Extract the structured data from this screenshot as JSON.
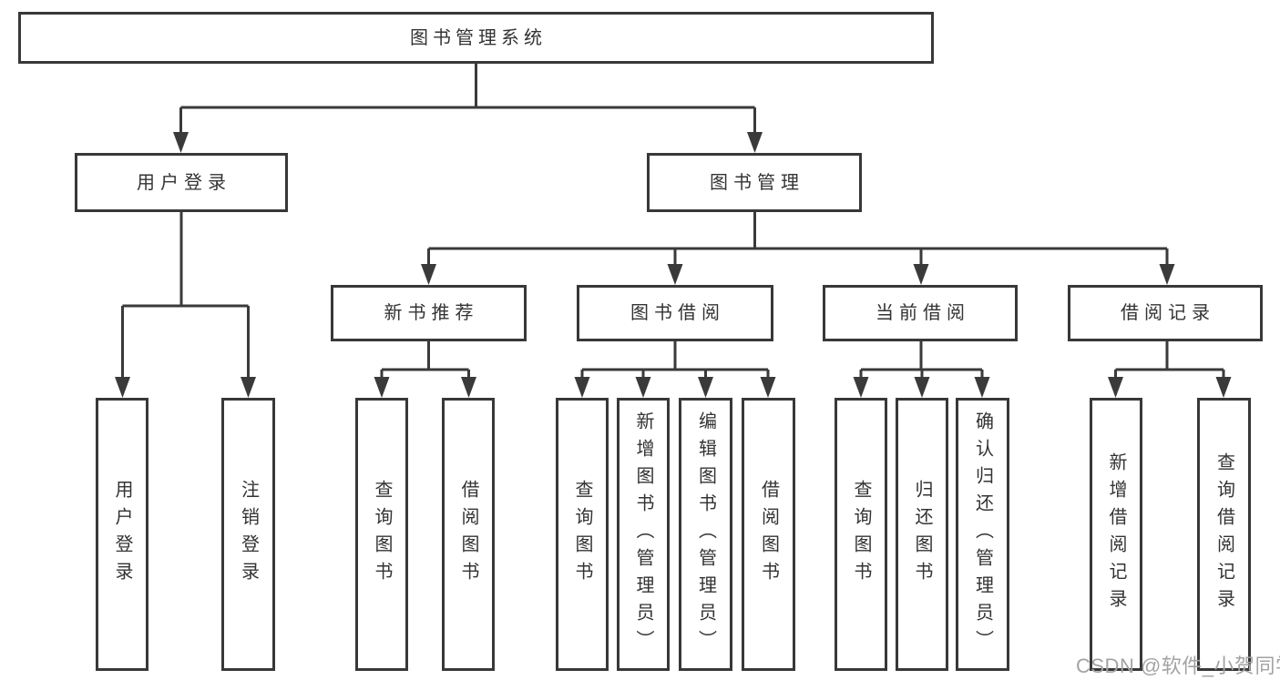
{
  "tree": {
    "label": "图书管理系统",
    "children": [
      {
        "label": "用户登录",
        "children": [
          {
            "label": "用户登录"
          },
          {
            "label": "注销登录"
          }
        ]
      },
      {
        "label": "图书管理",
        "children": [
          {
            "label": "新书推荐",
            "children": [
              {
                "label": "查询图书"
              },
              {
                "label": "借阅图书"
              }
            ]
          },
          {
            "label": "图书借阅",
            "children": [
              {
                "label": "查询图书"
              },
              {
                "label": "新增图书（管理员）"
              },
              {
                "label": "编辑图书（管理员）"
              },
              {
                "label": "借阅图书"
              }
            ]
          },
          {
            "label": "当前借阅",
            "children": [
              {
                "label": "查询图书"
              },
              {
                "label": "归还图书"
              },
              {
                "label": "确认归还（管理员）"
              }
            ]
          },
          {
            "label": "借阅记录",
            "children": [
              {
                "label": "新增借阅记录"
              },
              {
                "label": "查询借阅记录"
              }
            ]
          }
        ]
      }
    ]
  },
  "watermark": {
    "text": "CSDN @软件_小贺同学"
  },
  "colors": {
    "line": "#3a3a3a",
    "box_border": "#383838",
    "text": "#333333",
    "watermark": "#a3a3a3",
    "background": "#ffffff"
  }
}
